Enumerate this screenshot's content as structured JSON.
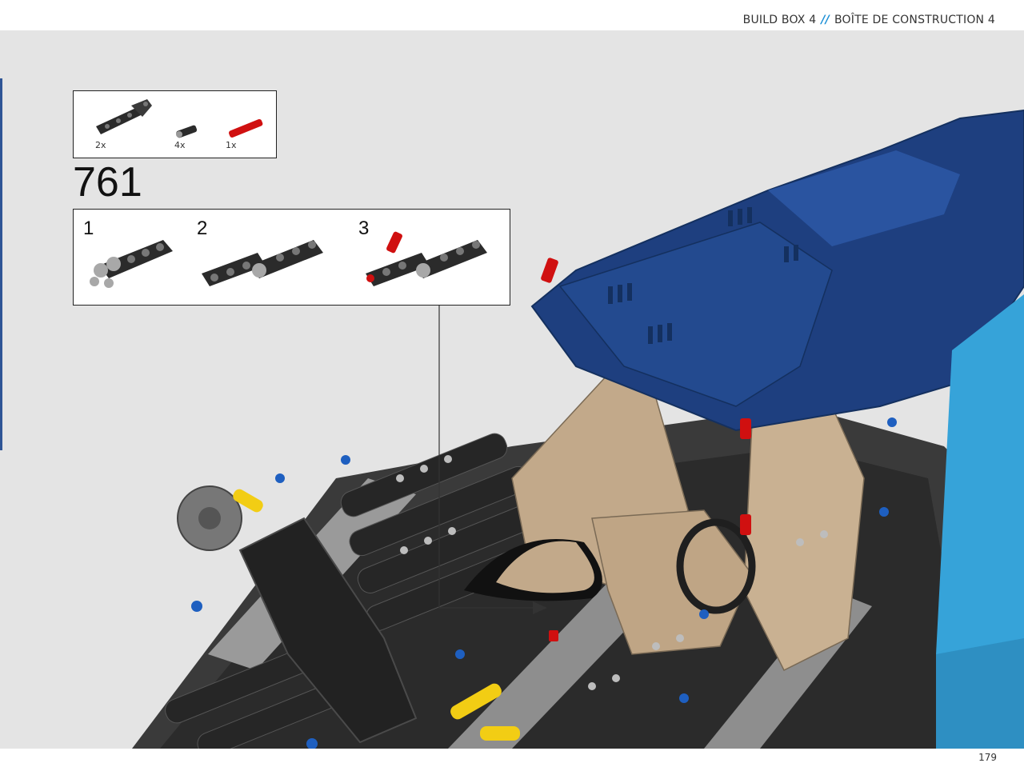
{
  "header": {
    "left": "BUILD BOX 4",
    "separator": "//",
    "right": "BOÎTE DE CONSTRUCTION 4"
  },
  "parts": [
    {
      "name": "black-angled-beam",
      "qty": "2x"
    },
    {
      "name": "black-axle-connector",
      "qty": "4x"
    },
    {
      "name": "red-axle-pin",
      "qty": "1x"
    }
  ],
  "step": {
    "number": "761"
  },
  "substeps": [
    {
      "label": "1"
    },
    {
      "label": "2"
    },
    {
      "label": "3"
    }
  ],
  "page": {
    "number": "179"
  },
  "colors": {
    "accent": "#1a8fd6",
    "body_blue": "#1e3f7f",
    "light_blue": "#36a3d9",
    "tan": "#c2a98a",
    "black_part": "#2b2b2b",
    "grey_part": "#a8a8a8",
    "red_part": "#d01010",
    "yellow_part": "#f2cd14",
    "background": "#e4e4e4"
  }
}
